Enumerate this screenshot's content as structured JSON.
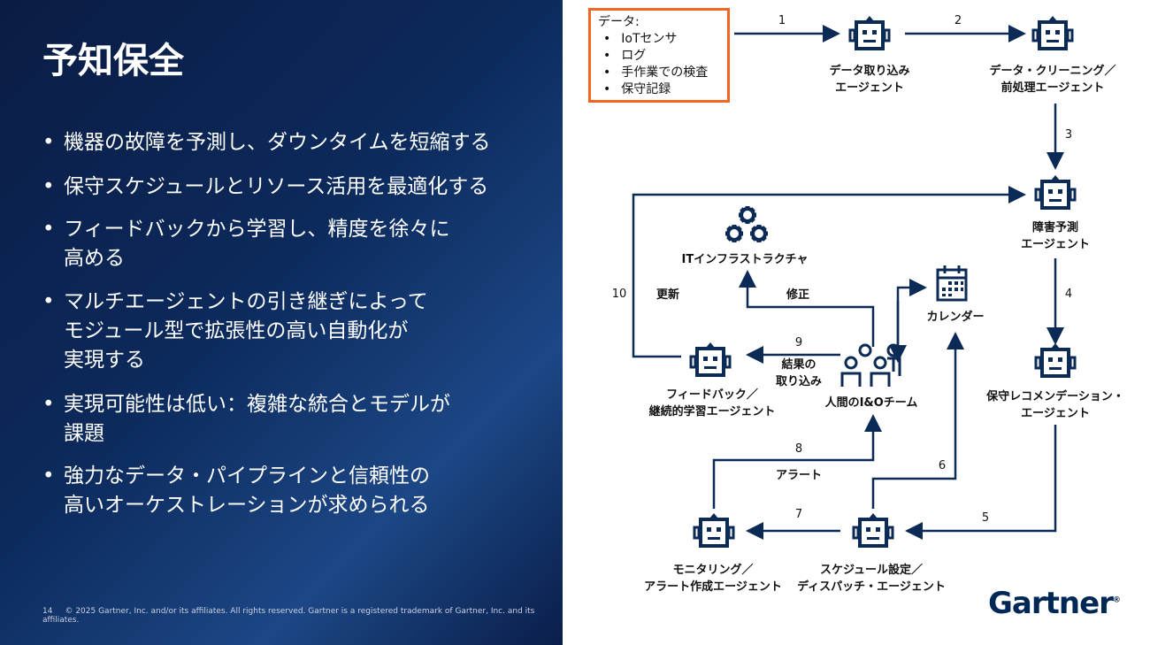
{
  "slide": {
    "title": "予知保全",
    "bullets": [
      [
        "機器の故障を予測し、ダウンタイムを短縮する"
      ],
      [
        "保守スケジュールとリソース活用を最適化する"
      ],
      [
        "フィードバックから学習し、精度を徐々に",
        "高める"
      ],
      [
        "マルチエージェントの引き継ぎによって",
        "モジュール型で拡張性の高い自動化が",
        "実現する"
      ],
      [
        "実現可能性は低い：複雑な統合とモデルが",
        "課題"
      ],
      [
        "強力なデータ・パイプラインと信頼性の",
        "高いオーケストレーションが求められる"
      ]
    ],
    "page_number": "14",
    "footer": "© 2025 Gartner, Inc. and/or its affiliates. All rights reserved. Gartner is a registered trademark of Gartner, Inc. and its affiliates.",
    "logo": "Gartner"
  },
  "diagram": {
    "data_box": {
      "heading": "データ:",
      "items": [
        "IoTセンサ",
        "ログ",
        "手作業での検査",
        "保守記録"
      ]
    },
    "nodes": {
      "ingest": [
        "データ取り込み",
        "エージェント"
      ],
      "cleaning": [
        "データ・クリーニング／",
        "前処理エージェント"
      ],
      "prediction": [
        "障害予測",
        "エージェント"
      ],
      "recommendation": [
        "保守レコメンデーション・",
        "エージェント"
      ],
      "scheduling": [
        "スケジュール設定／",
        "ディスパッチ・エージェント"
      ],
      "monitoring": [
        "モニタリング／",
        "アラート作成エージェント"
      ],
      "team": [
        "人間のI&Oチーム"
      ],
      "feedback": [
        "フィードバック／",
        "継続的学習エージェント"
      ],
      "infra": [
        "ITインフラストラクチャ"
      ],
      "calendar": [
        "カレンダー"
      ]
    },
    "steps": {
      "s1": "1",
      "s2": "2",
      "s3": "3",
      "s4": "4",
      "s5": "5",
      "s6": "6",
      "s7": "7",
      "s8": "8",
      "s9": "9",
      "s10": "10"
    },
    "edge_labels": {
      "update": "更新",
      "fix": "修正",
      "results": [
        "結果の",
        "取り込み"
      ],
      "alert": "アラート"
    },
    "colors": {
      "navy": "#002856",
      "accent": "#f26522"
    }
  }
}
